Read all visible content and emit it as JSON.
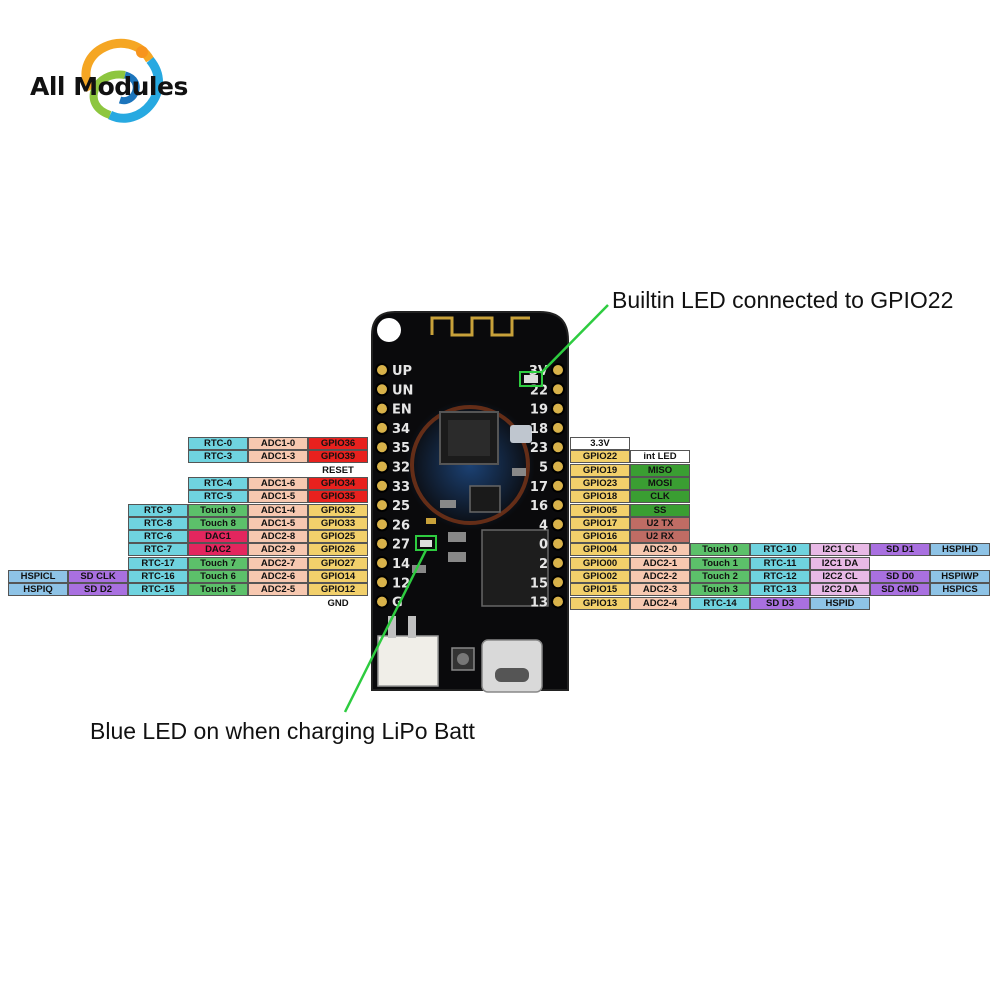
{
  "logo": {
    "text": "All Modules"
  },
  "callouts": {
    "builtin_led": "Builtin LED connected to GPIO22",
    "blue_led": "Blue LED on when charging LiPo Batt"
  },
  "board": {
    "left_silk": [
      "UP",
      "UN",
      "EN",
      "34",
      "35",
      "32",
      "33",
      "25",
      "26",
      "27",
      "14",
      "12",
      "G"
    ],
    "right_silk": [
      "3V",
      "22",
      "19",
      "18",
      "23",
      "5",
      "17",
      "16",
      "4",
      "0",
      "2",
      "15",
      "13"
    ]
  },
  "colors": {
    "rtc": "#6fd3df",
    "adc": "#f7c8b0",
    "gpio_input_only": "#e8211e",
    "gpio": "#f2d06b",
    "touch": "#5cc06a",
    "dac": "#e3265e",
    "hspi": "#8ec3e6",
    "sd": "#a970e0",
    "spi": "#3a9e32",
    "uart": "#bf6c64",
    "i2c": "#e8b9e6",
    "white": "#ffffff",
    "callout_line": "#2ecc40"
  },
  "left_pins": [
    [
      "",
      "",
      "RTC-0",
      "ADC1-0",
      "GPIO36"
    ],
    [
      "",
      "",
      "RTC-3",
      "ADC1-3",
      "GPIO39"
    ],
    [
      "",
      "",
      "",
      "",
      "RESET"
    ],
    [
      "",
      "",
      "RTC-4",
      "ADC1-6",
      "GPIO34"
    ],
    [
      "",
      "",
      "RTC-5",
      "ADC1-5",
      "GPIO35"
    ],
    [
      "",
      "RTC-9",
      "Touch 9",
      "ADC1-4",
      "GPIO32"
    ],
    [
      "",
      "RTC-8",
      "Touch 8",
      "ADC1-5",
      "GPIO33"
    ],
    [
      "",
      "RTC-6",
      "DAC1",
      "ADC2-8",
      "GPIO25"
    ],
    [
      "",
      "RTC-7",
      "DAC2",
      "ADC2-9",
      "GPIO26"
    ],
    [
      "",
      "RTC-17",
      "Touch 7",
      "ADC2-7",
      "GPIO27"
    ],
    [
      "HSPICL",
      "SD CLK",
      "RTC-16",
      "Touch 6",
      "ADC2-6",
      "GPIO14"
    ],
    [
      "HSPIQ",
      "SD D2",
      "RTC-15",
      "Touch 5",
      "ADC2-5",
      "GPIO12"
    ],
    [
      "",
      "",
      "",
      "",
      "GND"
    ]
  ],
  "right_pins": [
    [
      "3.3V"
    ],
    [
      "GPIO22",
      "int LED"
    ],
    [
      "GPIO19",
      "MISO"
    ],
    [
      "GPIO23",
      "MOSI"
    ],
    [
      "GPIO18",
      "CLK"
    ],
    [
      "GPIO05",
      "SS"
    ],
    [
      "GPIO17",
      "U2 TX"
    ],
    [
      "GPIO16",
      "U2 RX"
    ],
    [
      "GPIO04",
      "ADC2-0",
      "Touch  0",
      "RTC-10",
      "I2C1 CL",
      "SD D1",
      "HSPIHD"
    ],
    [
      "GPIO00",
      "ADC2-1",
      "Touch  1",
      "RTC-11",
      "I2C1 DA"
    ],
    [
      "GPIO02",
      "ADC2-2",
      "Touch  2",
      "RTC-12",
      "I2C2 CL",
      "SD D0",
      "HSPIWP"
    ],
    [
      "GPIO15",
      "ADC2-3",
      "Touch  3",
      "RTC-13",
      "I2C2 DA",
      "SD CMD",
      "HSPICS"
    ],
    [
      "GPIO13",
      "ADC2-4",
      "RTC-14",
      "SD D3",
      "HSPID"
    ]
  ]
}
